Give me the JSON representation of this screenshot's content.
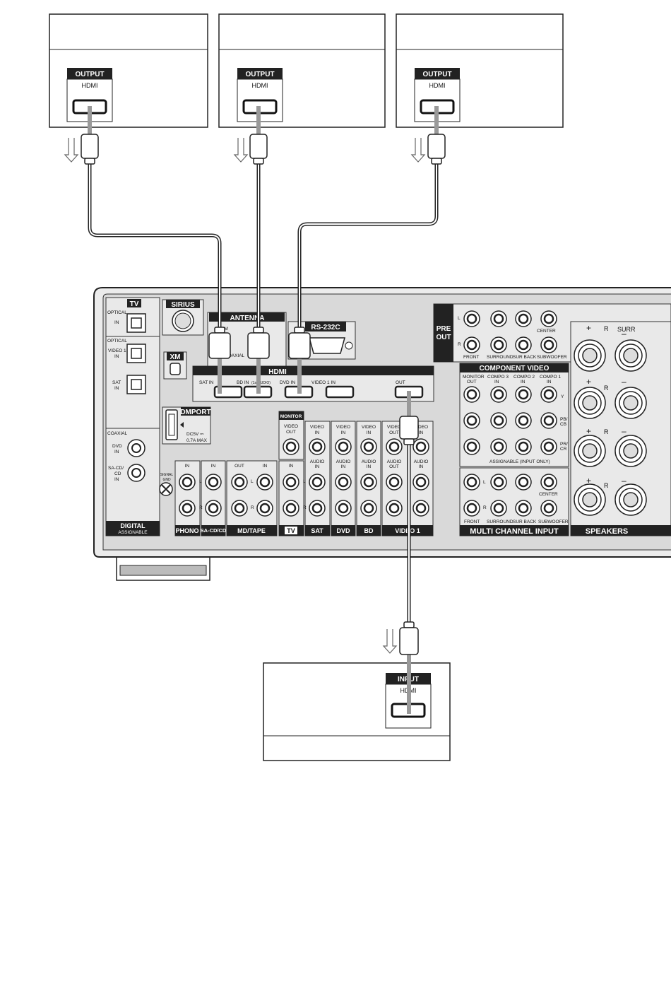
{
  "devices": {
    "source_port_tab": "OUTPUT",
    "source_port_label": "HDMI",
    "tv_port_tab": "INPUT",
    "tv_port_label": "HDMI"
  },
  "receiver": {
    "tv_tab": "TV",
    "sirius": "SIRIUS",
    "antenna": "ANTENNA",
    "am": "AM",
    "coaxial_small": "COAXIAL",
    "rs232c": "RS-232C",
    "xm": "XM",
    "pre_out": [
      "PRE",
      "OUT"
    ],
    "optical": "OPTICAL",
    "in": "IN",
    "video1_in": [
      "VIDEO 1",
      "IN"
    ],
    "sat_in": [
      "SAT",
      "IN"
    ],
    "coaxial": "COAXIAL",
    "dvd_in": [
      "DVD",
      "IN"
    ],
    "sacd_in": [
      "SA-CD/",
      "CD",
      "IN"
    ],
    "digital": "DIGITAL",
    "assignable": "ASSIGNABLE",
    "dmport": "DMPORT",
    "dmport_spec": [
      "DC5V ⎓",
      "0.7A MAX"
    ],
    "hdmi_bar": "HDMI",
    "hdmi_ports": [
      "SAT IN",
      "BD IN",
      "DVD IN",
      "VIDEO 1 IN",
      "OUT"
    ],
    "bd_note": "(1st AUDIO)",
    "signal_gnd": [
      "SIGNAL",
      "GND"
    ],
    "monitor": "MONITOR",
    "video_out": [
      "VIDEO",
      "OUT"
    ],
    "video_in": [
      "VIDEO",
      "IN"
    ],
    "audio_in": [
      "AUDIO",
      "IN"
    ],
    "audio_out": [
      "AUDIO",
      "OUT"
    ],
    "out": "OUT",
    "L": "L",
    "R": "R",
    "component_video": "COMPONENT VIDEO",
    "monitor_out": [
      "MONITOR",
      "OUT"
    ],
    "compo3_in": [
      "COMPO 3",
      "IN"
    ],
    "compo2_in": [
      "COMPO 2",
      "IN"
    ],
    "compo1_in": [
      "COMPO 1",
      "IN"
    ],
    "y": "Y",
    "pb": [
      "PB/",
      "CB"
    ],
    "pr": [
      "PR/",
      "CR"
    ],
    "assignable_input_only": "ASSIGNABLE (INPUT ONLY)",
    "front": "FRONT",
    "surround": "SURROUND",
    "sur_back": "SUR BACK",
    "subwoofer": "SUBWOOFER",
    "center": "CENTER",
    "multi_channel_input": "MULTI CHANNEL INPUT",
    "speakers": "SPEAKERS",
    "surr_partial": "SURR",
    "plus": "+",
    "minus": "–",
    "bottom_labels": [
      "PHONO",
      "SA-CD/CD",
      "MD/TAPE",
      "TV",
      "SAT",
      "DVD",
      "BD",
      "VIDEO 1"
    ]
  }
}
